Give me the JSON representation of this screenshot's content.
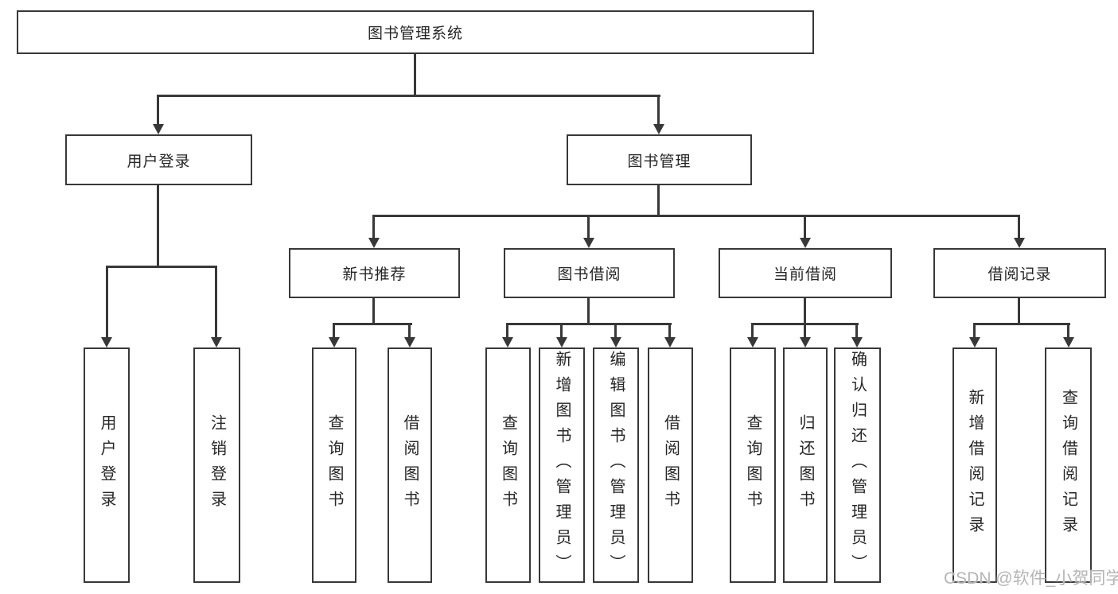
{
  "title": "图书管理系统",
  "watermark": "CSDN @软件_小贺同学",
  "colors": {
    "line": "#383838",
    "box_border": "#383838",
    "text": "#262626",
    "watermark": "#b5b5b5",
    "background": "#ffffff"
  },
  "tree": {
    "root": {
      "label": "图书管理系统"
    },
    "branches": [
      {
        "label": "用户登录",
        "children": [
          {
            "label": "用户登录"
          },
          {
            "label": "注销登录"
          }
        ]
      },
      {
        "label": "图书管理",
        "children": [
          {
            "label": "新书推荐",
            "children": [
              {
                "label": "查询图书"
              },
              {
                "label": "借阅图书"
              }
            ]
          },
          {
            "label": "图书借阅",
            "children": [
              {
                "label": "查询图书"
              },
              {
                "label": "新增图书（管理员）"
              },
              {
                "label": "编辑图书（管理员）"
              },
              {
                "label": "借阅图书"
              }
            ]
          },
          {
            "label": "当前借阅",
            "children": [
              {
                "label": "查询图书"
              },
              {
                "label": "归还图书"
              },
              {
                "label": "确认归还（管理员）"
              }
            ]
          },
          {
            "label": "借阅记录",
            "children": [
              {
                "label": "新增借阅记录"
              },
              {
                "label": "查询借阅记录"
              }
            ]
          }
        ]
      }
    ]
  }
}
